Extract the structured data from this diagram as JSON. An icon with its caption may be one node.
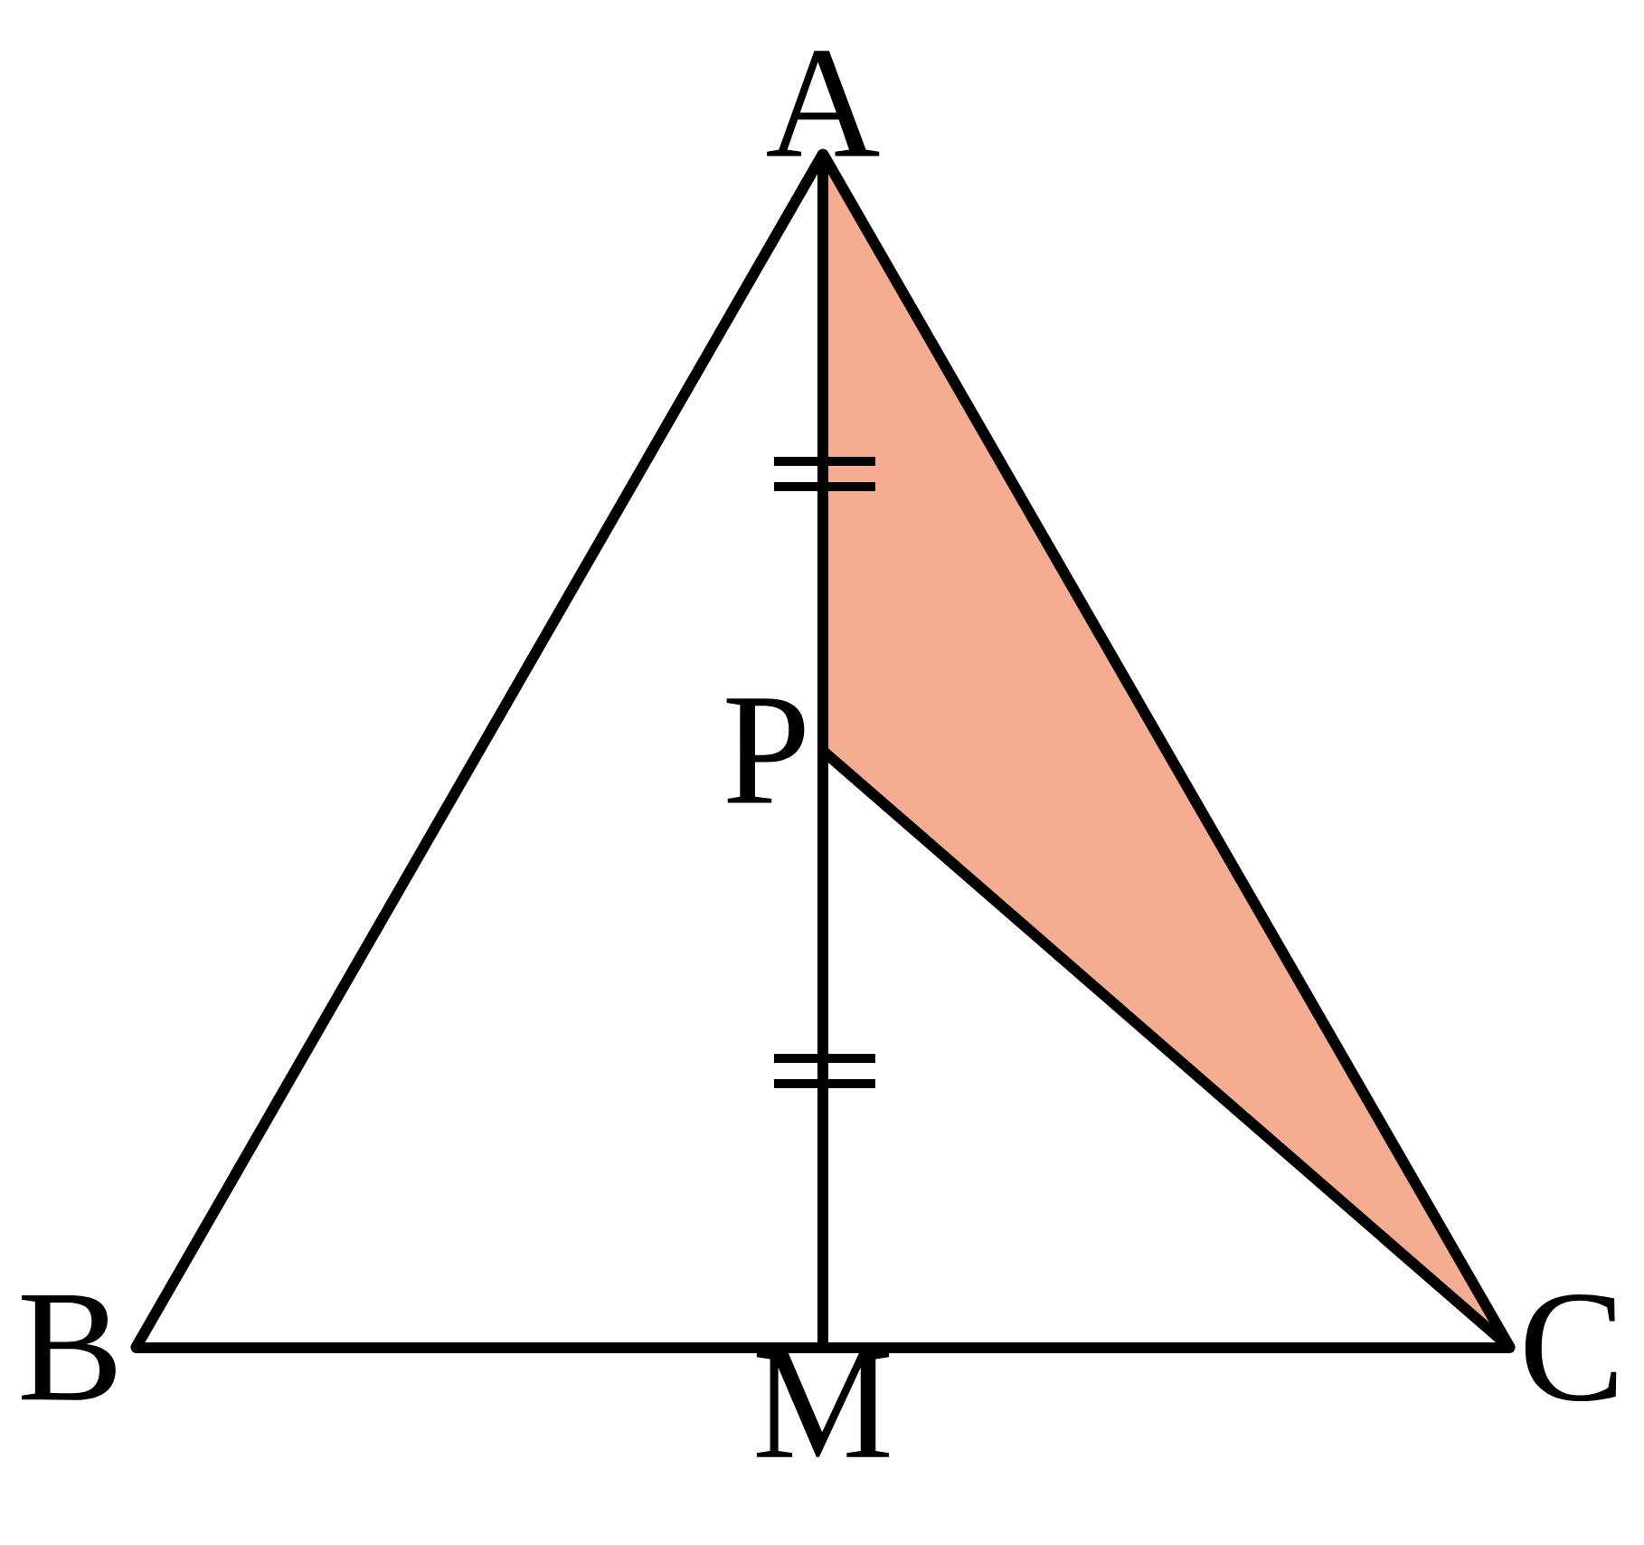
{
  "diagram": {
    "nodes": [
      {
        "text": [
          "A"
        ]
      },
      {
        "text": [
          "P"
        ]
      },
      {
        "text": [
          "B"
        ]
      },
      {
        "text": [
          "M"
        ]
      },
      {
        "text": [
          "C"
        ]
      }
    ],
    "edges": [
      {
        "from": 0,
        "to": 2,
        "arrow": "none"
      },
      {
        "from": 2,
        "to": 3,
        "arrow": "none"
      },
      {
        "from": 3,
        "to": 4,
        "arrow": "none"
      },
      {
        "from": 0,
        "to": 4,
        "arrow": "none"
      },
      {
        "from": 0,
        "to": 1,
        "arrow": "none"
      },
      {
        "from": 1,
        "to": 3,
        "arrow": "none"
      },
      {
        "from": 1,
        "to": 4,
        "arrow": "none"
      }
    ]
  }
}
